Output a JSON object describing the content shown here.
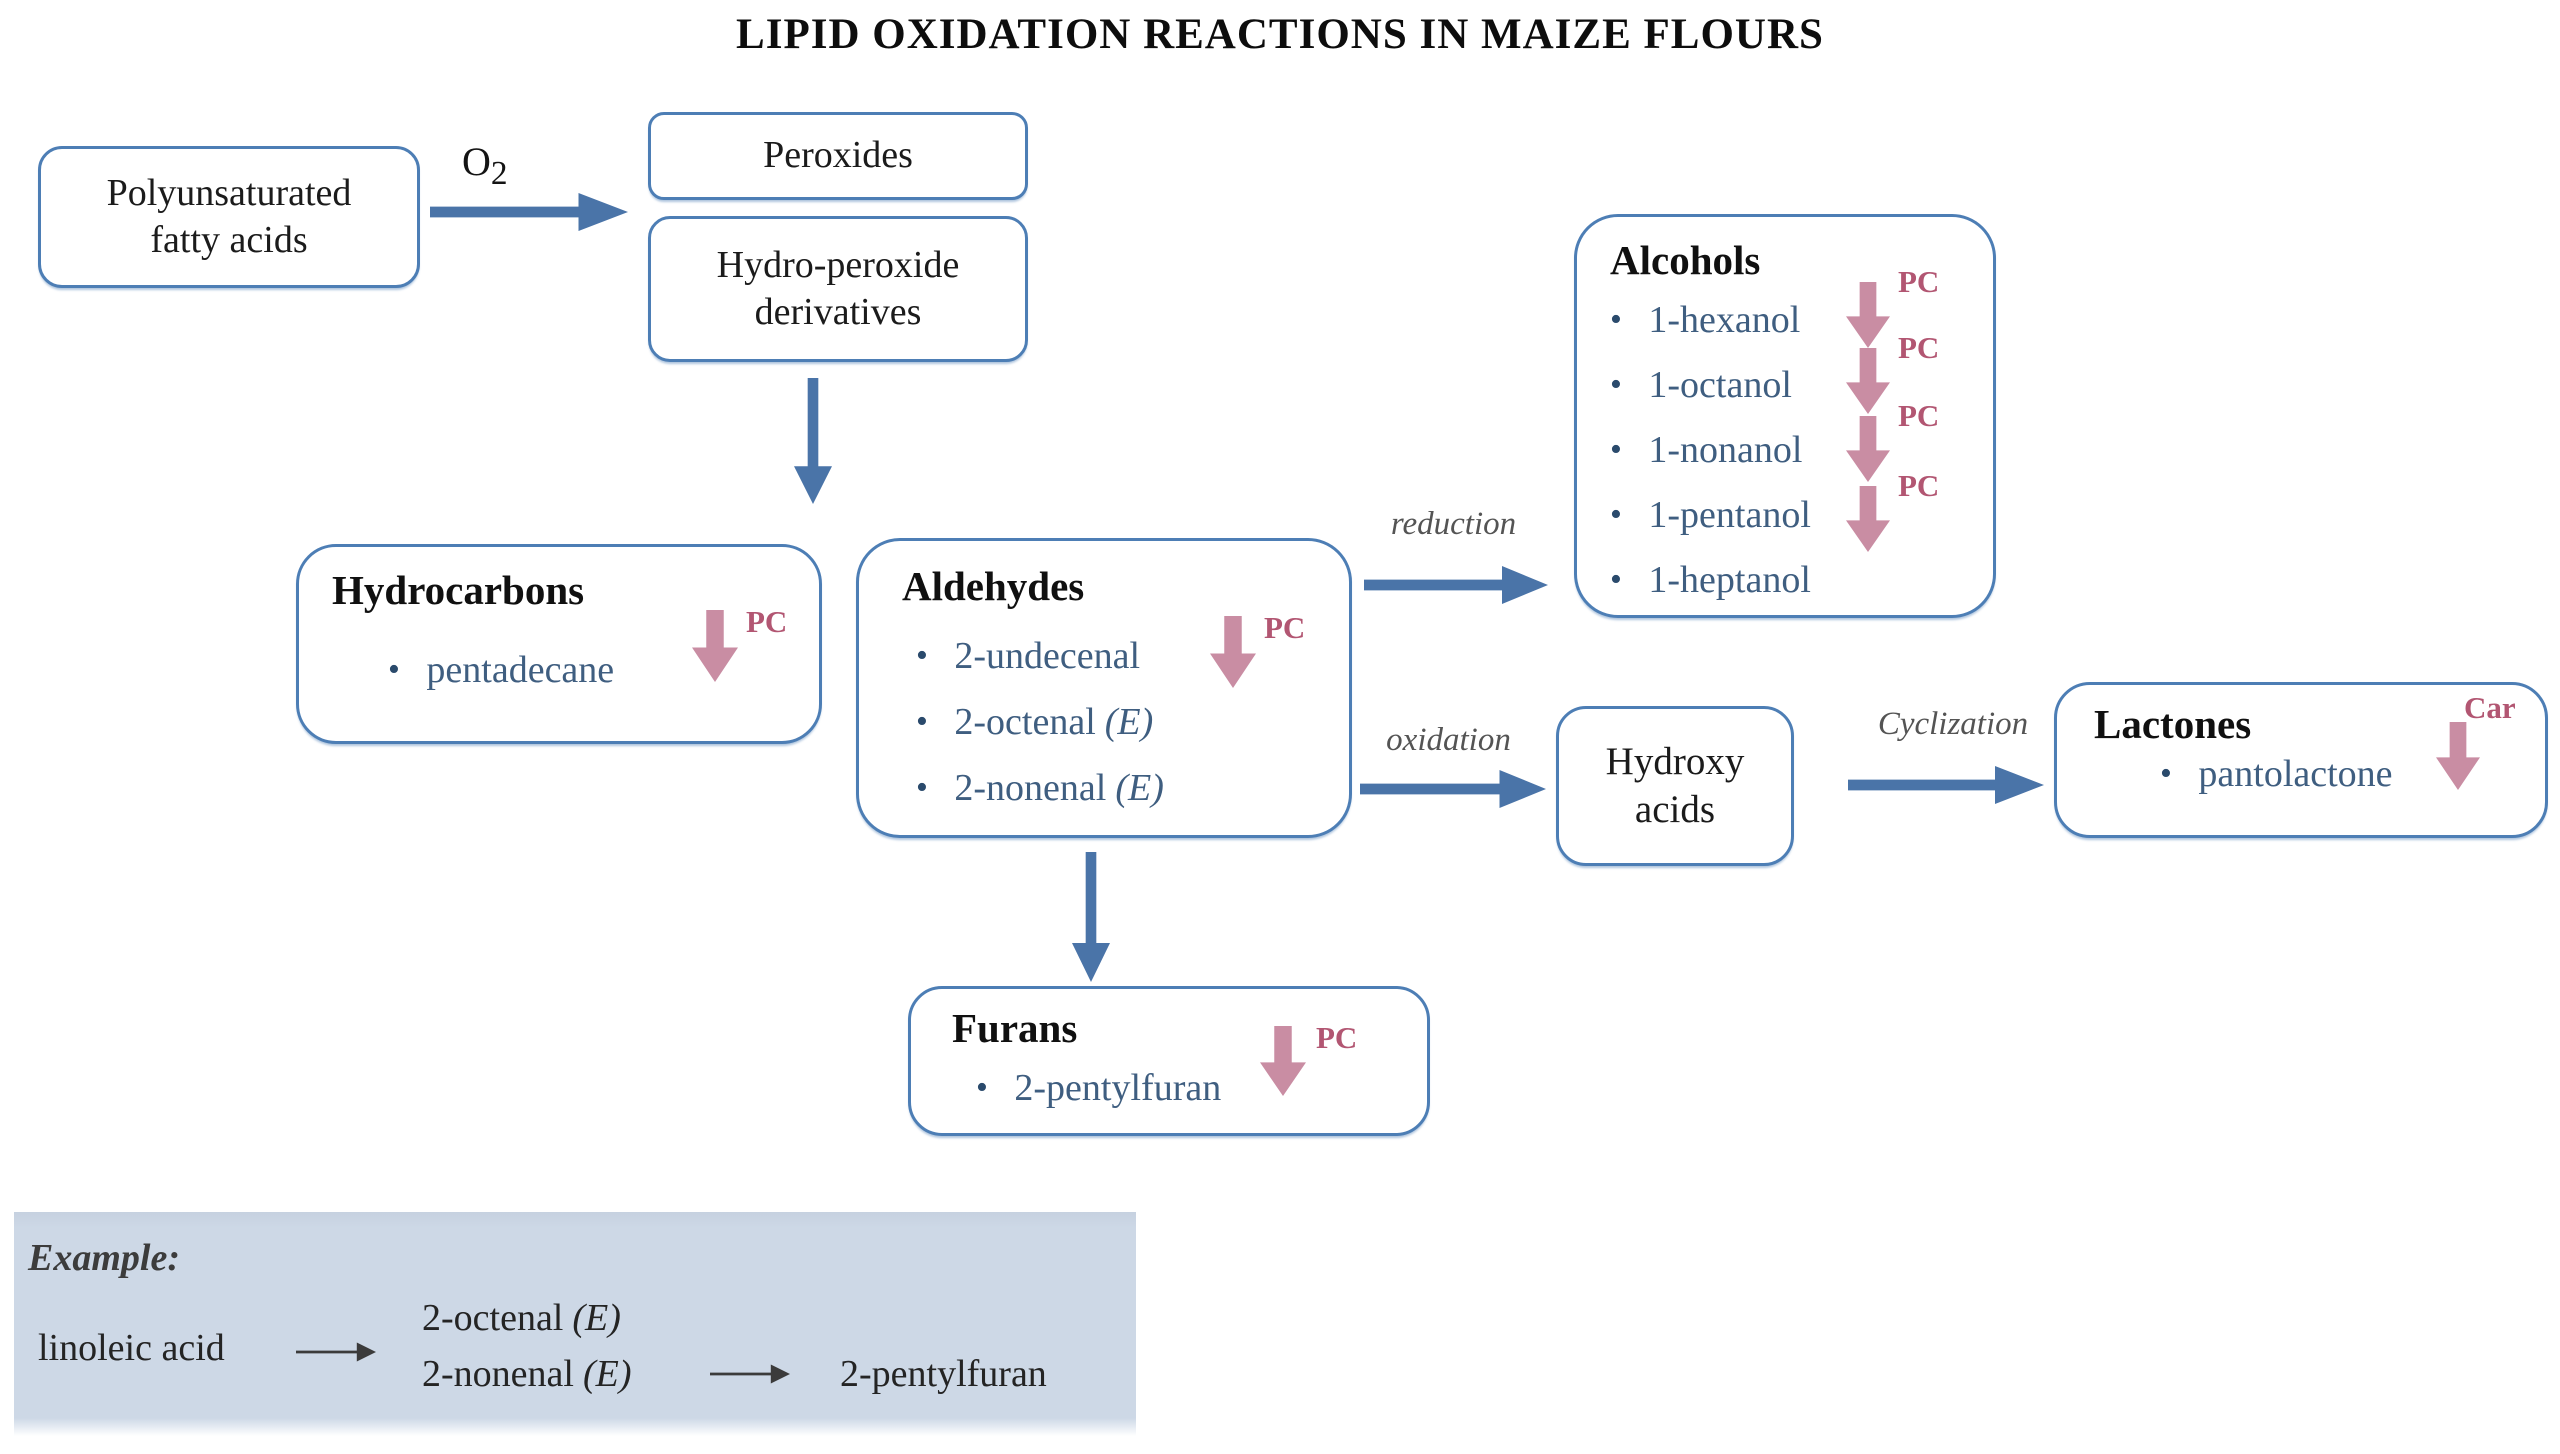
{
  "title": "LIPID OXIDATION REACTIONS IN MAIZE FLOURS",
  "colors": {
    "box_border": "#4d7eb5",
    "flow_arrow_blue": "#4a74a8",
    "list_text_slate": "#3f5e80",
    "marker_rose_text": "#b25672",
    "marker_rose_arrow": "#c98da3",
    "edge_label_gray": "#545454",
    "example_background": "#cdd8e6"
  },
  "nodes": {
    "pufa": {
      "line1": "Polyunsaturated",
      "line2": "fatty acids"
    },
    "o2": {
      "base": "O",
      "sub": "2"
    },
    "peroxides": {
      "label": "Peroxides"
    },
    "hydroperoxide": {
      "line1": "Hydro-peroxide",
      "line2": "derivatives"
    },
    "hydrocarbons": {
      "title": "Hydrocarbons",
      "marker": "PC",
      "items": [
        {
          "name": "pentadecane",
          "e": ""
        }
      ]
    },
    "aldehydes": {
      "title": "Aldehydes",
      "marker": "PC",
      "items": [
        {
          "name": "2-undecenal",
          "e": ""
        },
        {
          "name": "2-octenal",
          "e": "(E)"
        },
        {
          "name": "2-nonenal",
          "e": "(E)"
        }
      ]
    },
    "alcohols": {
      "title": "Alcohols",
      "markers": [
        "PC",
        "PC",
        "PC",
        "PC"
      ],
      "items": [
        {
          "name": "1-hexanol"
        },
        {
          "name": "1-octanol"
        },
        {
          "name": "1-nonanol"
        },
        {
          "name": "1-pentanol"
        },
        {
          "name": "1-heptanol"
        }
      ]
    },
    "hydroxy_acids": {
      "line1": "Hydroxy",
      "line2": "acids"
    },
    "lactones": {
      "title": "Lactones",
      "marker": "Car",
      "items": [
        {
          "name": "pantolactone",
          "e": ""
        }
      ]
    },
    "furans": {
      "title": "Furans",
      "marker": "PC",
      "items": [
        {
          "name": "2-pentylfuran",
          "e": ""
        }
      ]
    }
  },
  "edge_labels": {
    "reduction": "reduction",
    "oxidation": "oxidation",
    "cyclization": "Cyclization"
  },
  "example": {
    "heading": "Example:",
    "source": "linoleic acid",
    "intermediates": [
      {
        "name": "2-octenal",
        "e": "(E)"
      },
      {
        "name": "2-nonenal",
        "e": "(E)"
      }
    ],
    "product": "2-pentylfuran"
  }
}
